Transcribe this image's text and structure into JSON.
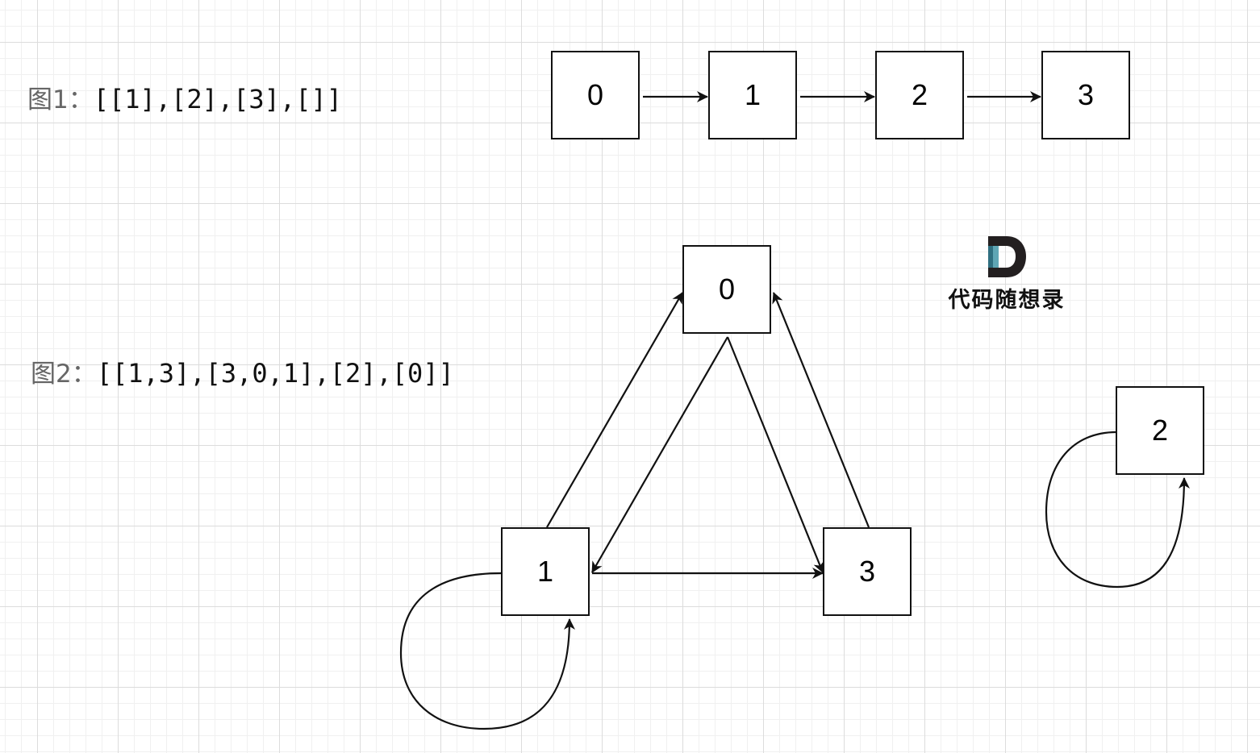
{
  "figure1": {
    "prefix": "图1：",
    "adjacency": "[[1],[2],[3],[]]",
    "nodes": [
      "0",
      "1",
      "2",
      "3"
    ],
    "edges": [
      [
        0,
        1
      ],
      [
        1,
        2
      ],
      [
        2,
        3
      ]
    ]
  },
  "figure2": {
    "prefix": "图2：",
    "adjacency": "[[1,3],[3,0,1],[2],[0]]",
    "nodes": [
      "0",
      "1",
      "2",
      "3"
    ],
    "edges": [
      [
        0,
        1
      ],
      [
        0,
        3
      ],
      [
        1,
        3
      ],
      [
        1,
        0
      ],
      [
        1,
        1
      ],
      [
        2,
        2
      ],
      [
        3,
        0
      ]
    ]
  },
  "logo": {
    "text": "代码随想录",
    "colors": {
      "dark": "#231f20",
      "teal": "#5fa6b5"
    }
  }
}
